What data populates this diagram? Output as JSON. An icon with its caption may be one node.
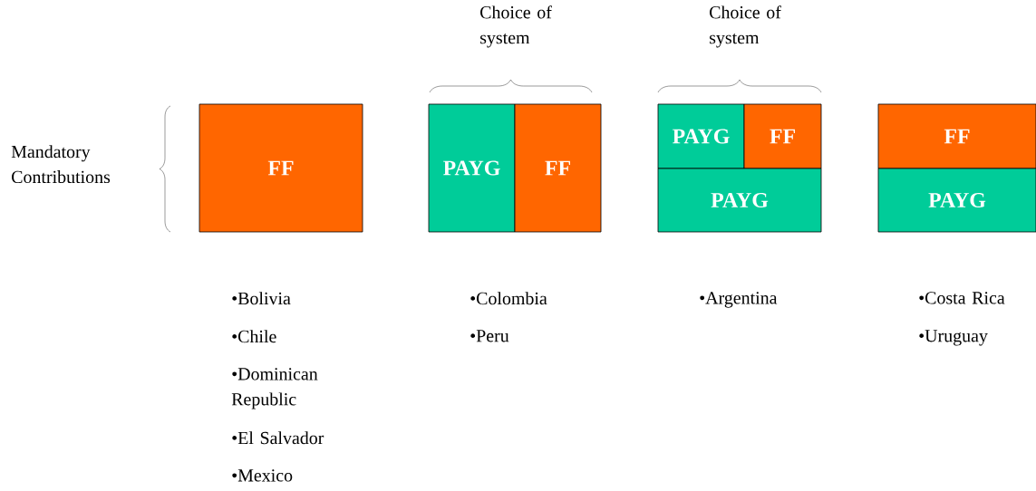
{
  "diagram": {
    "nodes": [
      {
        "text": [
          "FF"
        ]
      },
      {
        "text": [
          "PAYG"
        ]
      },
      {
        "text": [
          "FF"
        ]
      },
      {
        "text": [
          "PAYG"
        ]
      },
      {
        "text": [
          "FF"
        ]
      },
      {
        "text": [
          "PAYG"
        ]
      },
      {
        "text": [
          "FF"
        ]
      },
      {
        "text": [
          "PAYG"
        ]
      }
    ],
    "labels": [
      "Choice of system",
      "Choice of system",
      "Mandatory Contributions",
      "•Bolivia",
      "•Colombia",
      "•Argentina",
      "•Costa Rica",
      "•Chile",
      "•Peru",
      "•Uruguay",
      "•Dominican Republic",
      "•El Salvador",
      "•Mexico"
    ]
  }
}
